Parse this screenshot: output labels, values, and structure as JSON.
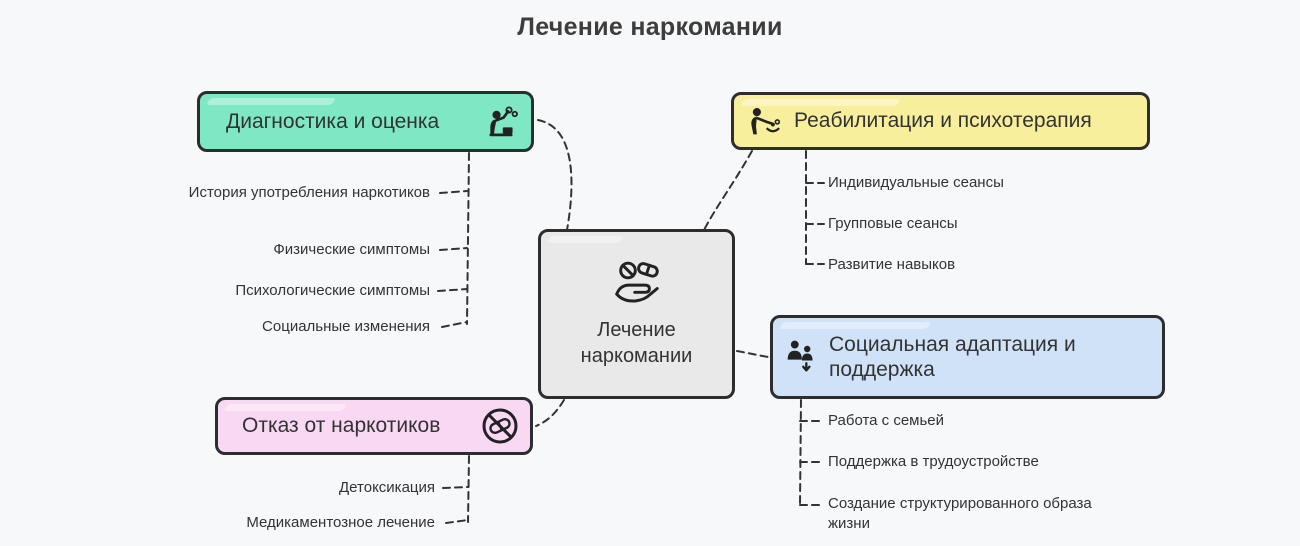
{
  "title": "Лечение наркомании",
  "colors": {
    "background": "#f7f8fa",
    "diagnosis_node": "#7ee7c4",
    "refusal_node": "#f9d8f4",
    "rehab_node": "#f8ef9c",
    "social_node": "#cfe2f8",
    "center_node": "#e9e9e9",
    "border_and_lines": "#2d2d2d"
  },
  "center": {
    "label": "Лечение наркомании",
    "icon": "hand-pills-icon"
  },
  "branches": {
    "diagnosis": {
      "label": "Диагностика и оценка",
      "icon": "person-desk-icon",
      "children": [
        "История употребления наркотиков",
        "Физические симптомы",
        "Психологические симптомы",
        "Социальные изменения"
      ]
    },
    "refusal": {
      "label": "Отказ от наркотиков",
      "icon": "no-drugs-icon",
      "children": [
        "Детоксикация",
        "Медикаментозное лечение"
      ]
    },
    "rehab": {
      "label": "Реабилитация и психотерапия",
      "icon": "person-care-icon",
      "children": [
        "Индивидуальные сеансы",
        "Групповые сеансы",
        "Развитие навыков"
      ]
    },
    "social": {
      "label": "Социальная адаптация и поддержка",
      "icon": "people-support-icon",
      "children": [
        "Работа с семьей",
        "Поддержка в трудоустройстве",
        "Создание структурированного образа жизни"
      ]
    }
  }
}
